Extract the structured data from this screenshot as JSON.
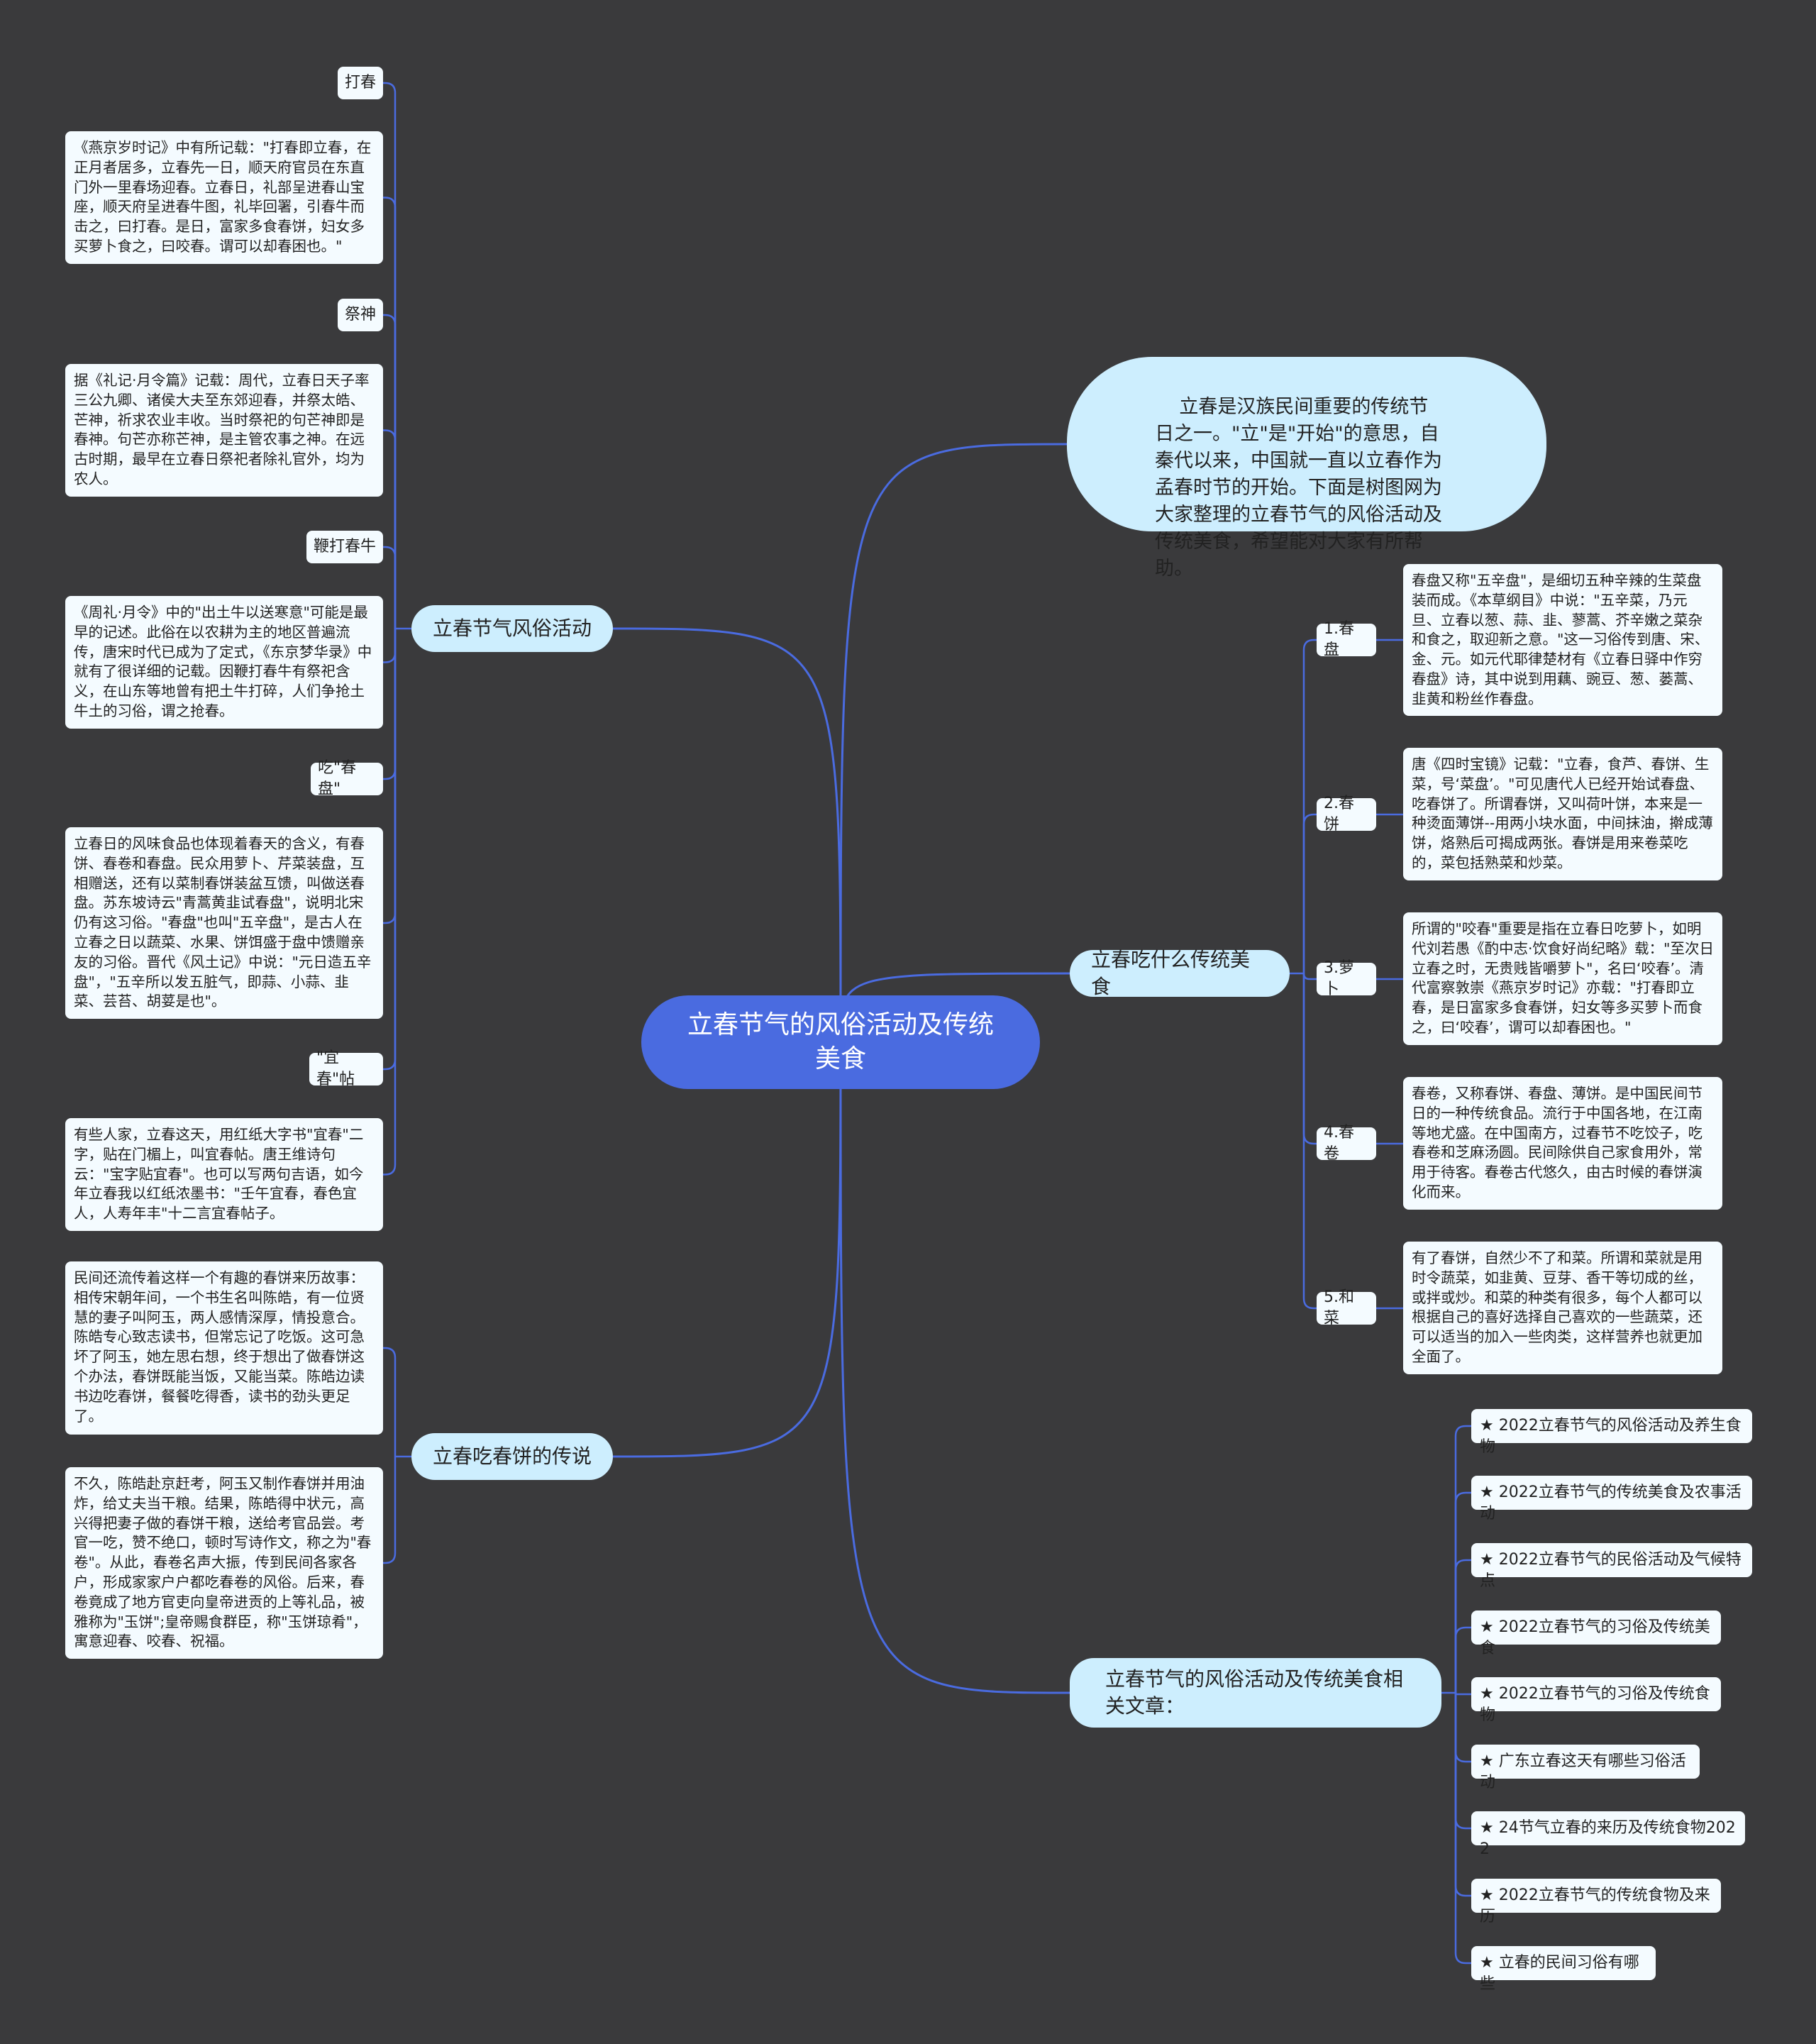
{
  "root": {
    "title": "立春节气的风俗活动及传统美食"
  },
  "intro": "立春是汉族民间重要的传统节日之一。\"立\"是\"开始\"的意思，自秦代以来，中国就一直以立春作为孟春时节的开始。下面是树图网为大家整理的立春节气的风俗活动及传统美食，希望能对大家有所帮助。",
  "customs": {
    "title": "立春节气风俗活动",
    "items": [
      {
        "label": "打春",
        "text": "《燕京岁时记》中有所记载：\"打春即立春，在正月者居多，立春先一日，顺天府官员在东直门外一里春场迎春。立春日，礼部呈进春山宝座，顺天府呈进春牛图，礼毕回署，引春牛而击之，曰打春。是日，富家多食春饼，妇女多买萝卜食之，曰咬春。谓可以却春困也。\""
      },
      {
        "label": "祭神",
        "text": "据《礼记·月令篇》记载：周代，立春日天子率三公九卿、诸侯大夫至东郊迎春，并祭太皓、芒神，祈求农业丰收。当时祭祀的句芒神即是春神。句芒亦称芒神，是主管农事之神。在远古时期，最早在立春日祭祀者除礼官外，均为农人。"
      },
      {
        "label": "鞭打春牛",
        "text": "《周礼·月令》中的\"出土牛以送寒意\"可能是最早的记述。此俗在以农耕为主的地区普遍流传，唐宋时代已成为了定式，《东京梦华录》中就有了很详细的记载。因鞭打春牛有祭祀含义，在山东等地曾有把土牛打碎，人们争抢土牛土的习俗，谓之抢春。"
      },
      {
        "label": "吃\"春盘\"",
        "text": "立春日的风味食品也体现着春天的含义，有春饼、春卷和春盘。民众用萝卜、芹菜装盘，互相赠送，还有以菜制春饼装盆互馈，叫做送春盘。苏东坡诗云\"青蒿黄韭试春盘\"，说明北宋仍有这习俗。\"春盘\"也叫\"五辛盘\"，是古人在立春之日以蔬菜、水果、饼饵盛于盘中馈赠亲友的习俗。晋代《风土记》中说：\"元日造五辛盘\"，\"五辛所以发五脏气，即蒜、小蒜、韭菜、芸苔、胡荽是也\"。"
      },
      {
        "label": "\"宜春\"帖",
        "text": "有些人家，立春这天，用红纸大字书\"宜春\"二字，贴在门楣上，叫宜春帖。唐王维诗句云：\"宝字贴宜春\"。也可以写两句吉语，如今年立春我以红纸浓墨书：\"壬午宜春，春色宜人，人寿年丰\"十二言宜春帖子。"
      }
    ]
  },
  "legend": {
    "title": "立春吃春饼的传说",
    "paragraphs": [
      "民间还流传着这样一个有趣的春饼来历故事：相传宋朝年间，一个书生名叫陈皓，有一位贤慧的妻子叫阿玉，两人感情深厚，情投意合。陈皓专心致志读书，但常忘记了吃饭。这可急坏了阿玉，她左思右想，终于想出了做春饼这个办法，春饼既能当饭，又能当菜。陈皓边读书边吃春饼，餐餐吃得香，读书的劲头更足了。",
      "不久，陈皓赴京赶考，阿玉又制作春饼并用油炸，给丈夫当干粮。结果，陈皓得中状元，高兴得把妻子做的春饼干粮，送给考官品尝。考官一吃，赞不绝口，顿时写诗作文，称之为\"春卷\"。从此，春卷名声大振，传到民间各家各户，形成家家户户都吃春卷的风俗。后来，春卷竟成了地方官吏向皇帝进贡的上等礼品，被雅称为\"玉饼\";皇帝赐食群臣，称\"玉饼琼肴\"，寓意迎春、咬春、祝福。"
    ]
  },
  "foods": {
    "title": "立春吃什么传统美食",
    "items": [
      {
        "label": "1.春盘",
        "text": "春盘又称\"五辛盘\"，是细切五种辛辣的生菜盘装而成。《本草纲目》中说：\"五辛菜，乃元旦、立春以葱、蒜、韭、蓼蒿、芥辛嫩之菜杂和食之，取迎新之意。\"这一习俗传到唐、宋、金、元。如元代耶律楚材有《立春日驿中作穷春盘》诗，其中说到用藕、豌豆、葱、蒌蒿、韭黄和粉丝作春盘。"
      },
      {
        "label": "2.春饼",
        "text": "唐《四时宝镜》记载：\"立春，食芦、春饼、生菜，号‘菜盘’。\"可见唐代人已经开始试春盘、吃春饼了。所谓春饼，又叫荷叶饼，本来是一种烫面薄饼--用两小块水面，中间抹油，擀成薄饼，烙熟后可揭成两张。春饼是用来卷菜吃的，菜包括熟菜和炒菜。"
      },
      {
        "label": "3.萝卜",
        "text": "所谓的\"咬春\"重要是指在立春日吃萝卜，如明代刘若愚《酌中志·饮食好尚纪略》载：\"至次日立春之时，无贵贱皆嚼萝卜\"，名曰‘咬春’。清代富察敦崇《燕京岁时记》亦载：\"打春即立春，是日富家多食春饼，妇女等多买萝卜而食之，曰‘咬春’，谓可以却春困也。\""
      },
      {
        "label": "4.春卷",
        "text": "春卷，又称春饼、春盘、薄饼。是中国民间节日的一种传统食品。流行于中国各地，在江南等地尤盛。在中国南方，过春节不吃饺子，吃春卷和芝麻汤圆。民间除供自己家食用外，常用于待客。春卷古代悠久，由古时候的春饼演化而来。"
      },
      {
        "label": "5.和菜",
        "text": "有了春饼，自然少不了和菜。所谓和菜就是用时令蔬菜，如韭黄、豆芽、香干等切成的丝，或拌或炒。和菜的种类有很多，每个人都可以根据自己的喜好选择自己喜欢的一些蔬菜，还可以适当的加入一些肉类，这样营养也就更加全面了。"
      }
    ]
  },
  "related": {
    "title": "立春节气的风俗活动及传统美食相关文章：",
    "links": [
      "★ 2022立春节气的风俗活动及养生食物",
      "★ 2022立春节气的传统美食及农事活动",
      "★ 2022立春节气的民俗活动及气候特点",
      "★ 2022立春节气的习俗及传统美食",
      "★ 2022立春节气的习俗及传统食物",
      "★ 广东立春这天有哪些习俗活动",
      "★ 24节气立春的来历及传统食物2022",
      "★ 2022立春节气的传统食物及来历",
      "★ 立春的民间习俗有哪些"
    ]
  },
  "colors": {
    "background": "#3a3a3c",
    "root": "#4a6be0",
    "branch": "#cdeefe",
    "leaf": "#f4fbff",
    "edge": "#4a6be0"
  }
}
